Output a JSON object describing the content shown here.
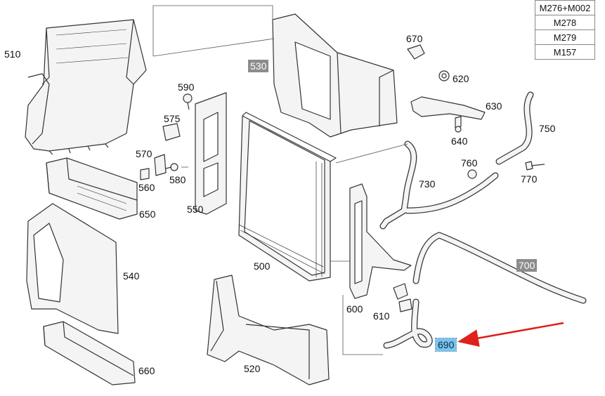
{
  "variants": [
    "M276+M002",
    "M278",
    "M279",
    "M157"
  ],
  "labels": {
    "p510": "510",
    "p530": "530",
    "p590": "590",
    "p575": "575",
    "p570": "570",
    "p560": "560",
    "p580": "580",
    "p550": "550",
    "p650": "650",
    "p540": "540",
    "p660": "660",
    "p500": "500",
    "p520": "520",
    "p600": "600",
    "p610": "610",
    "p670": "670",
    "p620": "620",
    "p630": "630",
    "p640": "640",
    "p750": "750",
    "p760": "760",
    "p770": "770",
    "p730": "730",
    "p700": "700",
    "p690": "690"
  },
  "colors": {
    "line": "#333333",
    "fill": "#f4f4f4",
    "grey_label": "#8c8c8c",
    "highlight": "#7cc4ec",
    "arrow": "#e0201b"
  }
}
